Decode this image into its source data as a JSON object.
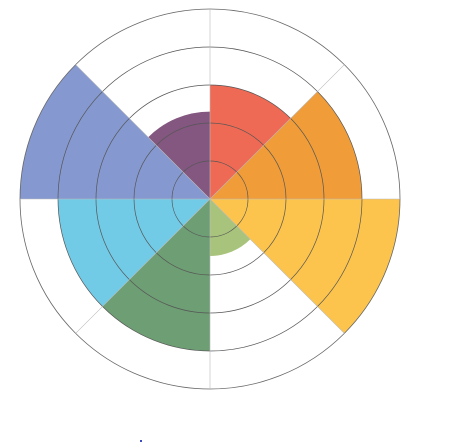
{
  "chart_data": {
    "type": "polar-area",
    "title": "",
    "start_angle_deg": 0,
    "direction": "clockwise",
    "r_max": 5,
    "rings": [
      1,
      2,
      3,
      4,
      5
    ],
    "grid": true,
    "legend": "none",
    "sectors": [
      {
        "value": 3,
        "color": "#ef6a55"
      },
      {
        "value": 4,
        "color": "#f09c38"
      },
      {
        "value": 5,
        "color": "#fcc44c"
      },
      {
        "value": 1.5,
        "color": "#a8c47c"
      },
      {
        "value": 4,
        "color": "#6e9e74"
      },
      {
        "value": 4,
        "color": "#72cbe6"
      },
      {
        "value": 5,
        "color": "#8599d0"
      },
      {
        "value": 2.3,
        "color": "#83577f"
      }
    ]
  }
}
